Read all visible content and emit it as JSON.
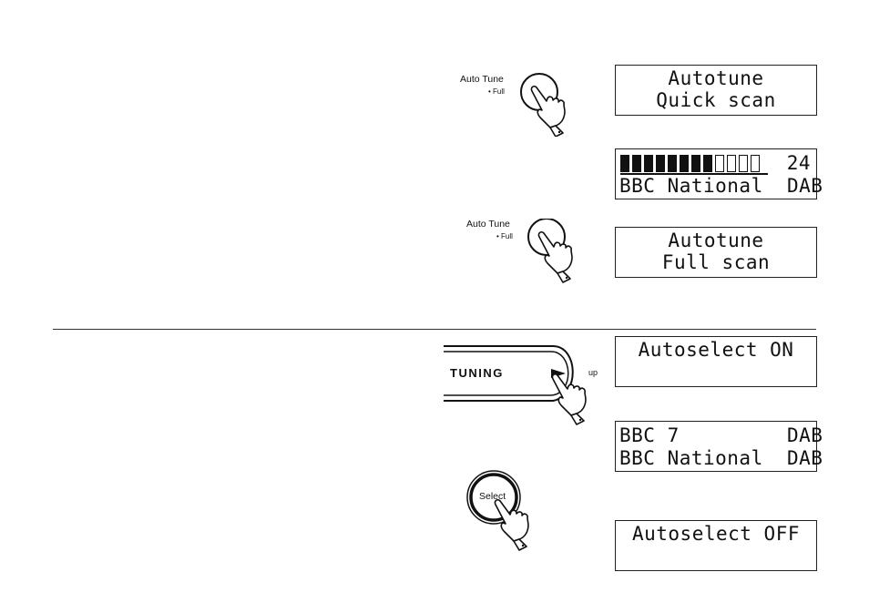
{
  "autotune_quick": {
    "button_label": "Auto Tune",
    "button_sub": "• Full",
    "lcd_line1": "Autotune",
    "lcd_line2": "Quick scan"
  },
  "scan_progress": {
    "filled": 8,
    "total": 12,
    "count": "24",
    "lcd_line2": "BBC National  DAB"
  },
  "autotune_full": {
    "button_label": "Auto Tune",
    "button_sub": "• Full",
    "lcd_line1": "Autotune",
    "lcd_line2": "Full scan"
  },
  "tuning": {
    "label": "TUNING",
    "up_label": "up",
    "lcd_line1": "Autoselect ON"
  },
  "station_list": {
    "lcd_line1": "BBC 7         DAB",
    "lcd_line2": "BBC National  DAB"
  },
  "select": {
    "button_label": "Select",
    "lcd_line1": "Autoselect OFF"
  }
}
